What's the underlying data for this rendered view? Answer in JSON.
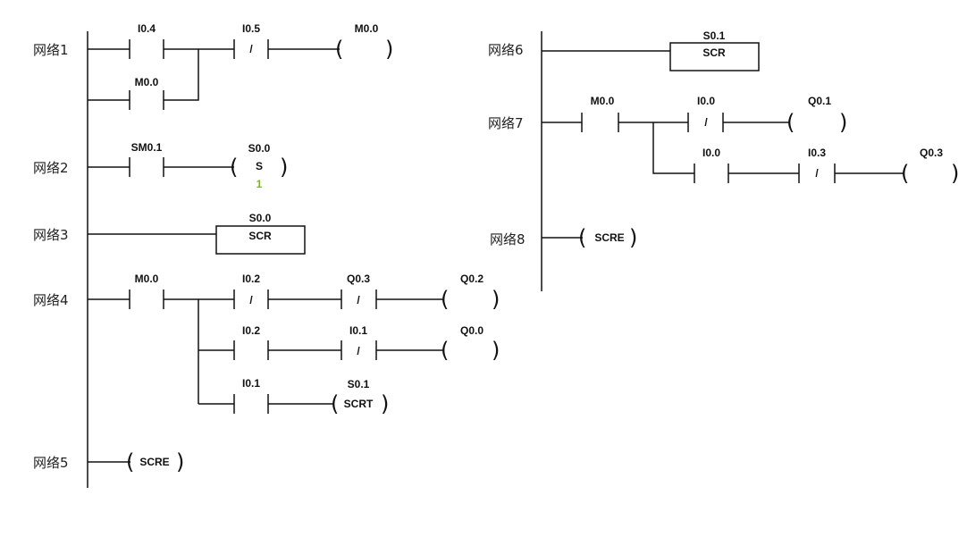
{
  "networks": [
    {
      "id": "n1",
      "label": "网络1"
    },
    {
      "id": "n2",
      "label": "网络2"
    },
    {
      "id": "n3",
      "label": "网络3"
    },
    {
      "id": "n4",
      "label": "网络4"
    },
    {
      "id": "n5",
      "label": "网络5"
    },
    {
      "id": "n6",
      "label": "网络6"
    },
    {
      "id": "n7",
      "label": "网络7"
    },
    {
      "id": "n8",
      "label": "网络8"
    }
  ],
  "elements": {
    "n1_c1": {
      "operand": "I0.4"
    },
    "n1_c2": {
      "operand": "I0.5",
      "symbol": "/"
    },
    "n1_coil": {
      "operand": "M0.0"
    },
    "n1_c3": {
      "operand": "M0.0"
    },
    "n2_c1": {
      "operand": "SM0.1"
    },
    "n2_coil": {
      "operand": "S0.0",
      "symbol": "S",
      "param": "1"
    },
    "n3_box": {
      "operand": "S0.0",
      "symbol": "SCR"
    },
    "n4_c1": {
      "operand": "M0.0"
    },
    "n4_c2": {
      "operand": "I0.2",
      "symbol": "/"
    },
    "n4_c3": {
      "operand": "Q0.3",
      "symbol": "/"
    },
    "n4_coil1": {
      "operand": "Q0.2"
    },
    "n4_c4": {
      "operand": "I0.2"
    },
    "n4_c5": {
      "operand": "I0.1",
      "symbol": "/"
    },
    "n4_coil2": {
      "operand": "Q0.0"
    },
    "n4_c6": {
      "operand": "I0.1"
    },
    "n4_coil3": {
      "operand": "S0.1",
      "symbol": "SCRT"
    },
    "n5_coil": {
      "symbol": "SCRE"
    },
    "n6_box": {
      "operand": "S0.1",
      "symbol": "SCR"
    },
    "n7_c1": {
      "operand": "M0.0"
    },
    "n7_c2": {
      "operand": "I0.0",
      "symbol": "/"
    },
    "n7_coil1": {
      "operand": "Q0.1"
    },
    "n7_c3": {
      "operand": "I0.0"
    },
    "n7_c4": {
      "operand": "I0.3",
      "symbol": "/"
    },
    "n7_coil2": {
      "operand": "Q0.3"
    },
    "n8_coil": {
      "symbol": "SCRE"
    }
  }
}
